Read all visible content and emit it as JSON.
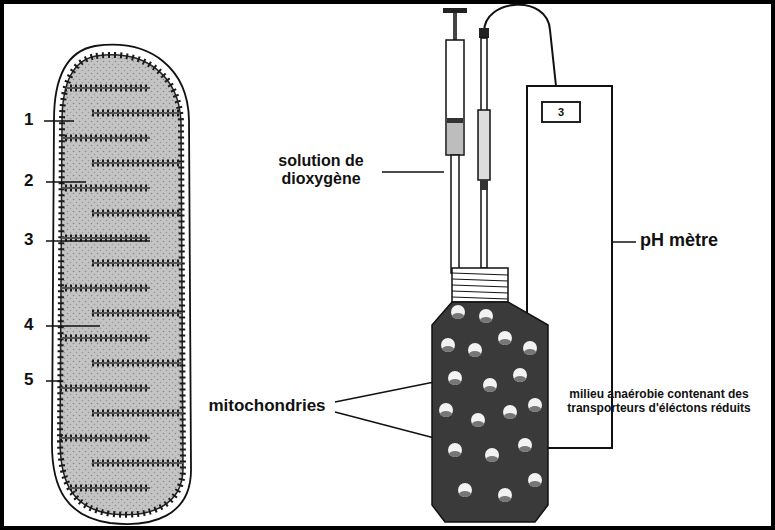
{
  "diagram": {
    "nodes": [
      {
        "text": [
          "3"
        ]
      }
    ],
    "labels": [
      "1",
      "2",
      "3",
      "4",
      "5",
      "solution de dioxygène",
      "mitochondries",
      "milieu anaérobie contenant des transporteurs d'éléctons réduits",
      "pH mètre"
    ]
  }
}
